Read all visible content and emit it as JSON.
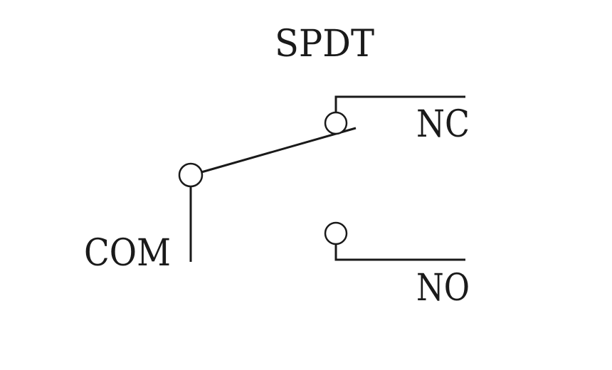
{
  "title": "SPDT",
  "labels": {
    "nc": "NC",
    "no": "NO",
    "com": "COM"
  },
  "colors": {
    "line": "#1a1a1a",
    "background": "#ffffff"
  }
}
